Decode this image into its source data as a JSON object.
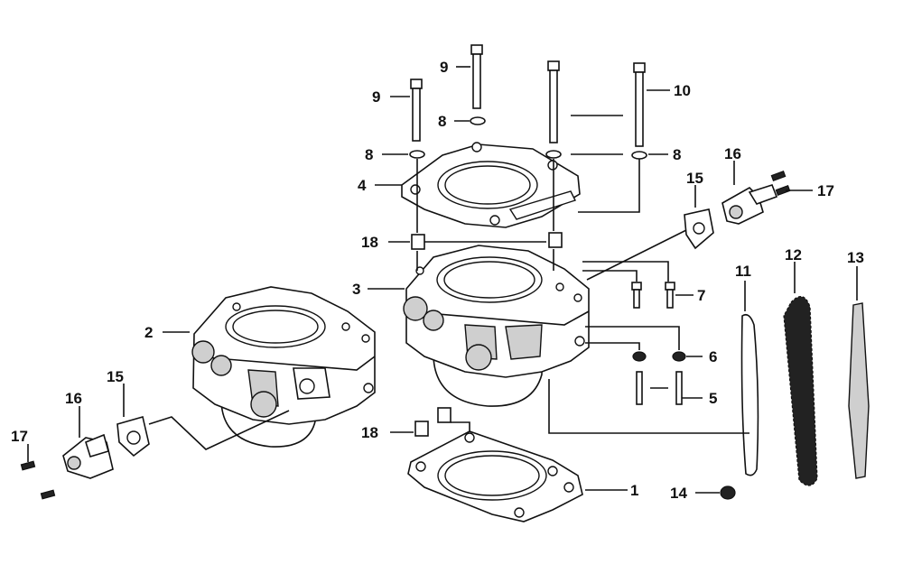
{
  "callouts": [
    {
      "id": "c1",
      "label": "1"
    },
    {
      "id": "c2",
      "label": "2"
    },
    {
      "id": "c3",
      "label": "3"
    },
    {
      "id": "c4",
      "label": "4"
    },
    {
      "id": "c5",
      "label": "5"
    },
    {
      "id": "c6",
      "label": "6"
    },
    {
      "id": "c7",
      "label": "7"
    },
    {
      "id": "c8a",
      "label": "8"
    },
    {
      "id": "c8b",
      "label": "8"
    },
    {
      "id": "c8c",
      "label": "8"
    },
    {
      "id": "c9a",
      "label": "9"
    },
    {
      "id": "c9b",
      "label": "9"
    },
    {
      "id": "c10",
      "label": "10"
    },
    {
      "id": "c11",
      "label": "11"
    },
    {
      "id": "c12",
      "label": "12"
    },
    {
      "id": "c13",
      "label": "13"
    },
    {
      "id": "c14",
      "label": "14"
    },
    {
      "id": "c15a",
      "label": "15"
    },
    {
      "id": "c15b",
      "label": "15"
    },
    {
      "id": "c16a",
      "label": "16"
    },
    {
      "id": "c16b",
      "label": "16"
    },
    {
      "id": "c17a",
      "label": "17"
    },
    {
      "id": "c17b",
      "label": "17"
    },
    {
      "id": "c18a",
      "label": "18"
    },
    {
      "id": "c18b",
      "label": "18"
    }
  ]
}
